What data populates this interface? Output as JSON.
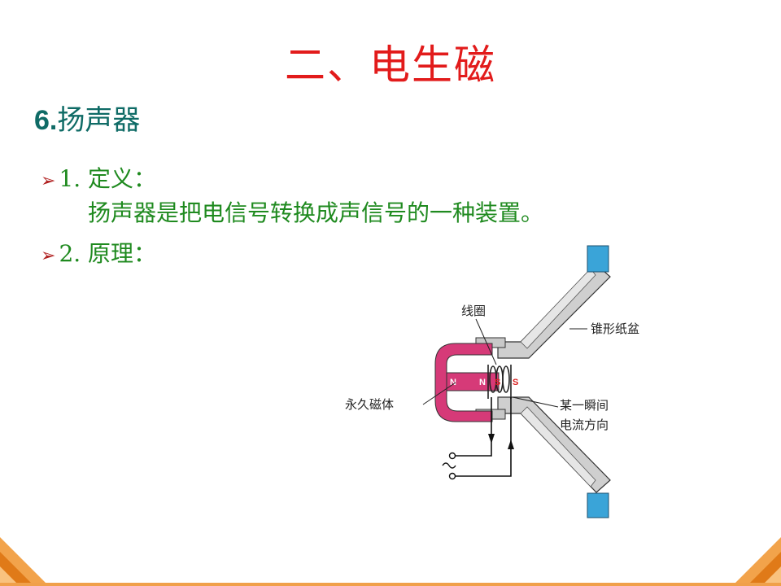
{
  "slide": {
    "title": "二、电生磁",
    "subtitle_num": "6.",
    "subtitle_text": "扬声器",
    "bullets": [
      {
        "label": "1. 定义：",
        "text": "扬声器是把电信号转换成声信号的一种装置。"
      },
      {
        "label": "2. 原理："
      }
    ]
  },
  "diagram": {
    "labels": {
      "coil": "线圈",
      "cone": "锥形纸盆",
      "magnet": "永久磁体",
      "current_line1": "某一瞬间",
      "current_line2": "电流方向"
    },
    "poles": {
      "n_left": "N",
      "n_right": "N",
      "s_inner": "S",
      "s_right": "S"
    },
    "colors": {
      "magnet": "#d63a78",
      "cone": "#c8c8c8",
      "edge": "#3aa4d8"
    }
  },
  "theme": {
    "title_color": "#e21b1b",
    "subtitle_color": "#0f6b66",
    "body_color": "#1f8a1f",
    "bullet_arrow_color": "#b01f1f"
  }
}
